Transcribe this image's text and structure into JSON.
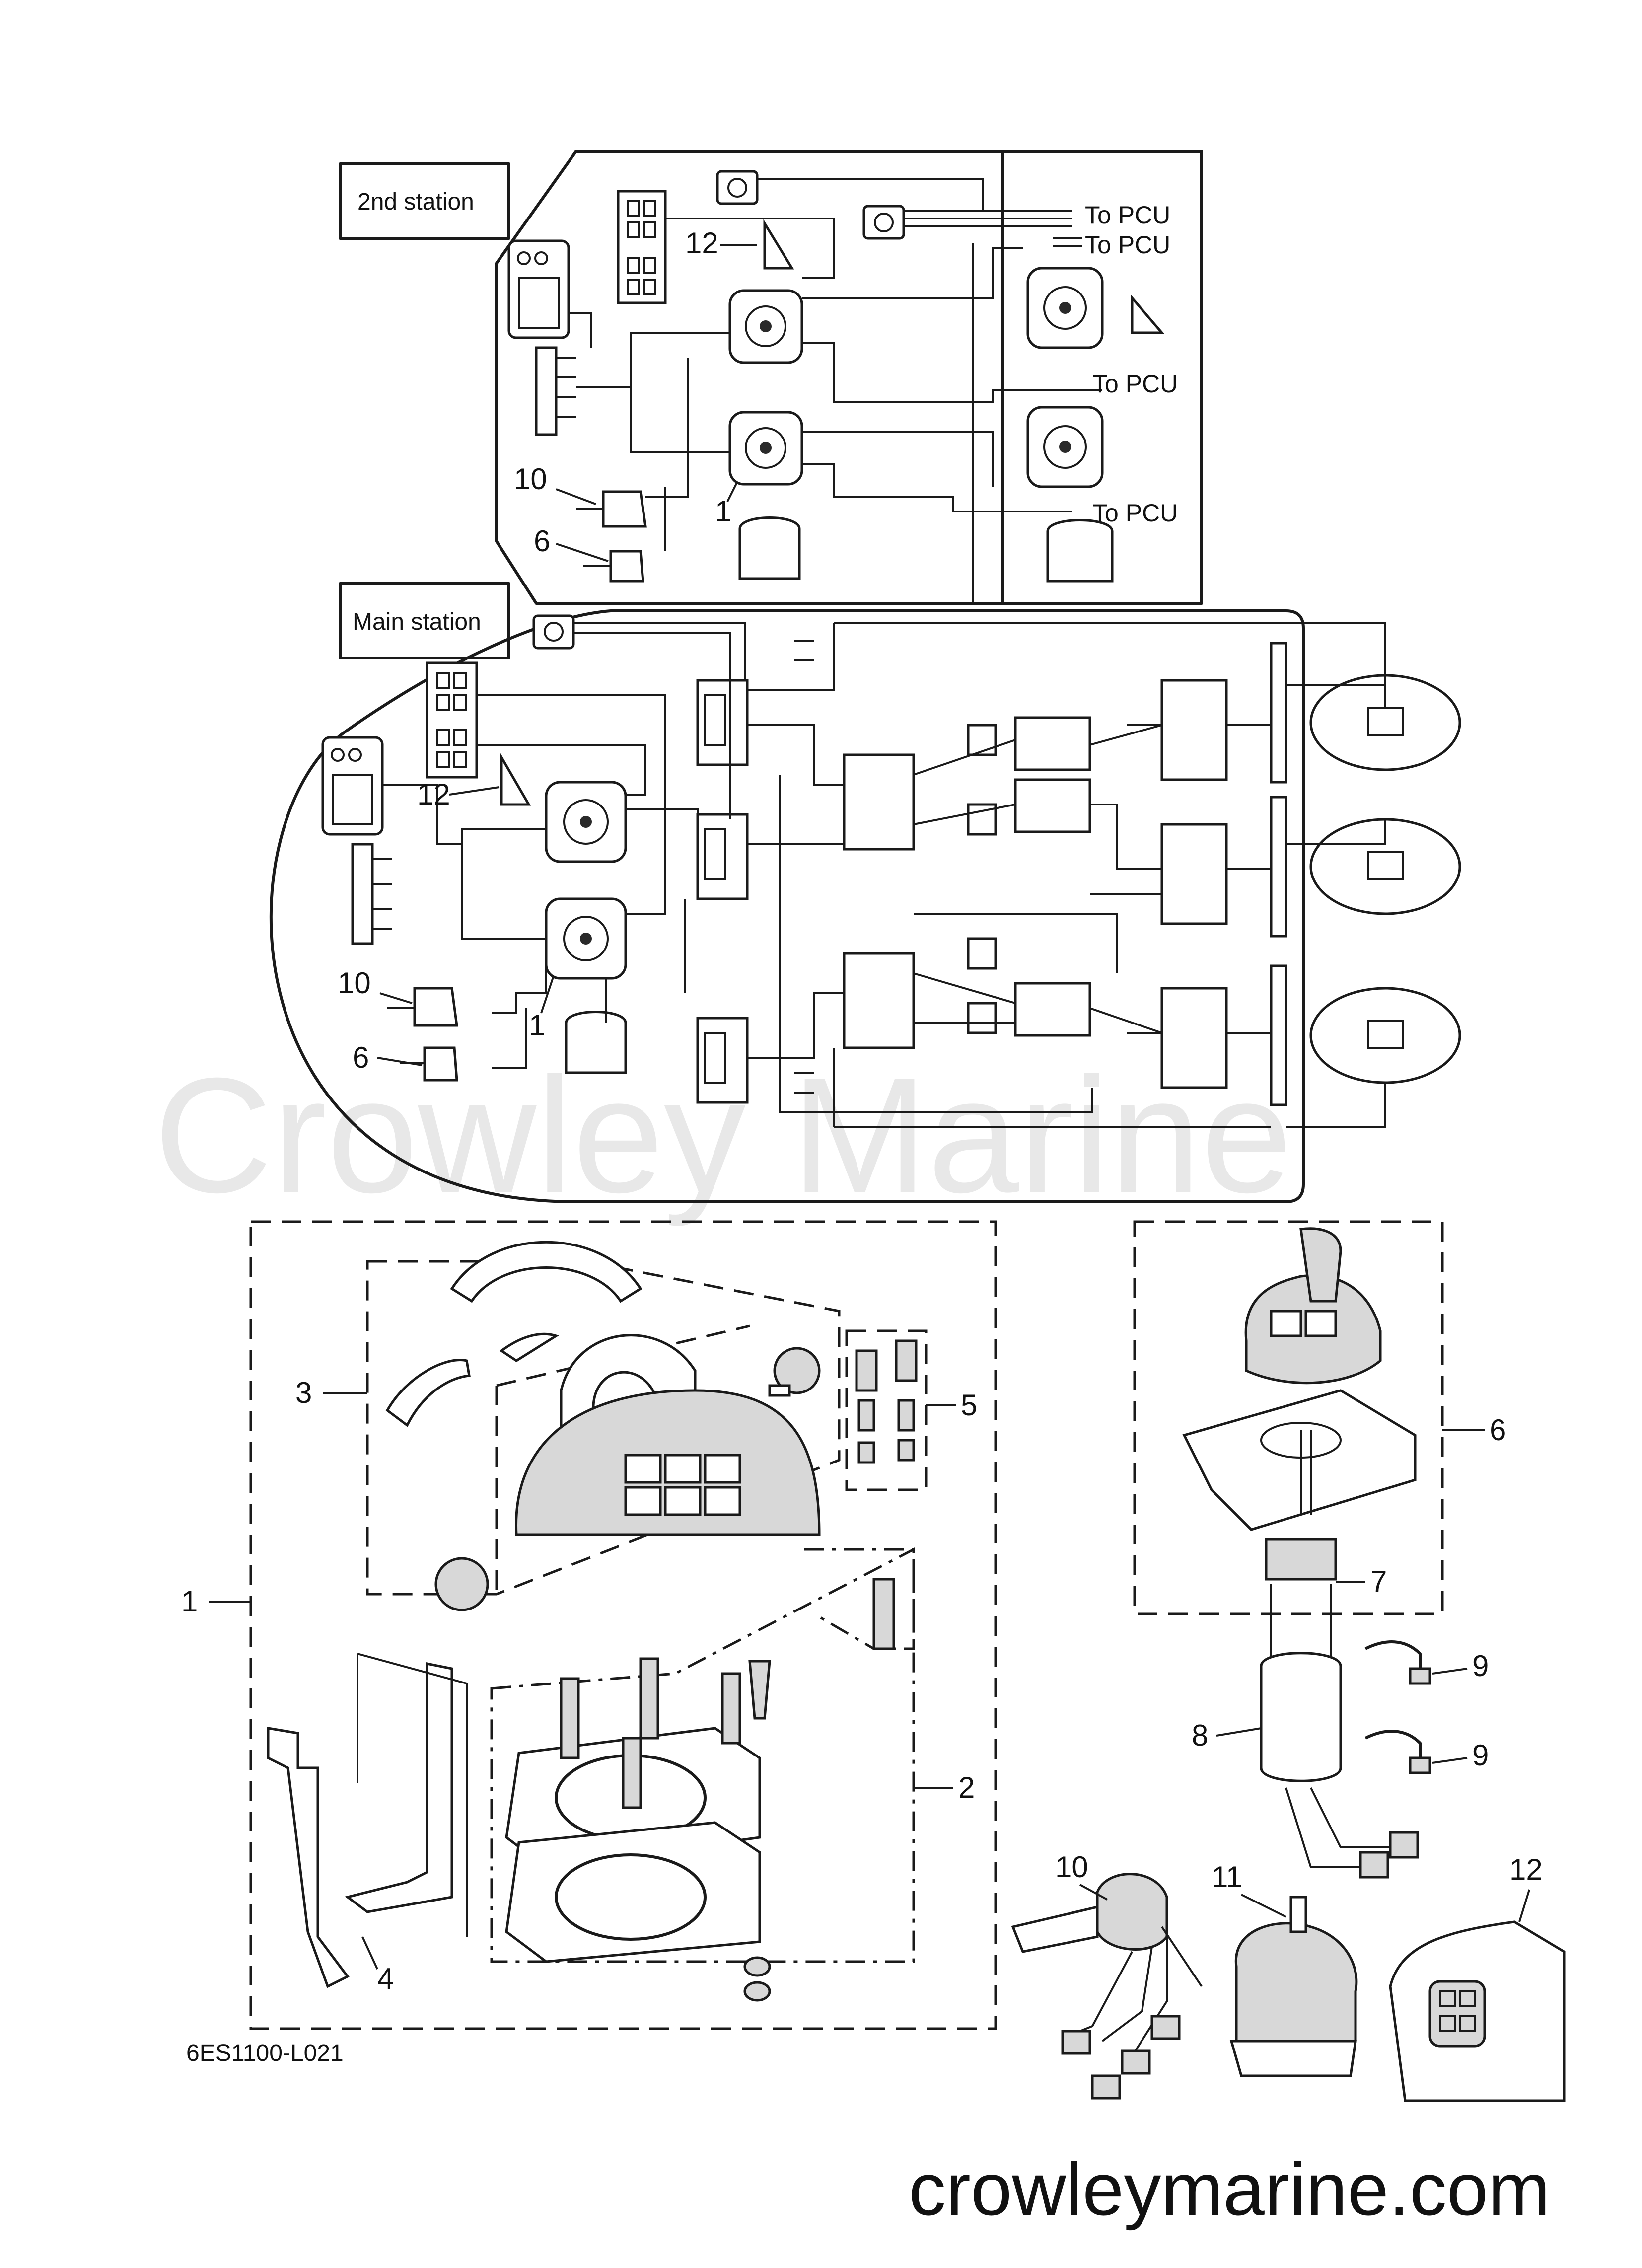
{
  "stations": {
    "second": "2nd station",
    "main": "Main station"
  },
  "pcu_labels": [
    "To PCU",
    "To PCU",
    "To PCU",
    "To PCU"
  ],
  "callouts": {
    "c1": "1",
    "c2": "2",
    "c3": "3",
    "c4": "4",
    "c5": "5",
    "c6": "6",
    "c7": "7",
    "c8": "8",
    "c9": "9",
    "c10": "10",
    "c11": "11",
    "c12": "12"
  },
  "diagram_code": "6ES1100-L021",
  "watermark": "Crowley Marine",
  "website": "crowleymarine.com",
  "colors": {
    "line": "#1a1a1a",
    "watermark": "#e8e8e8",
    "background": "#ffffff"
  }
}
